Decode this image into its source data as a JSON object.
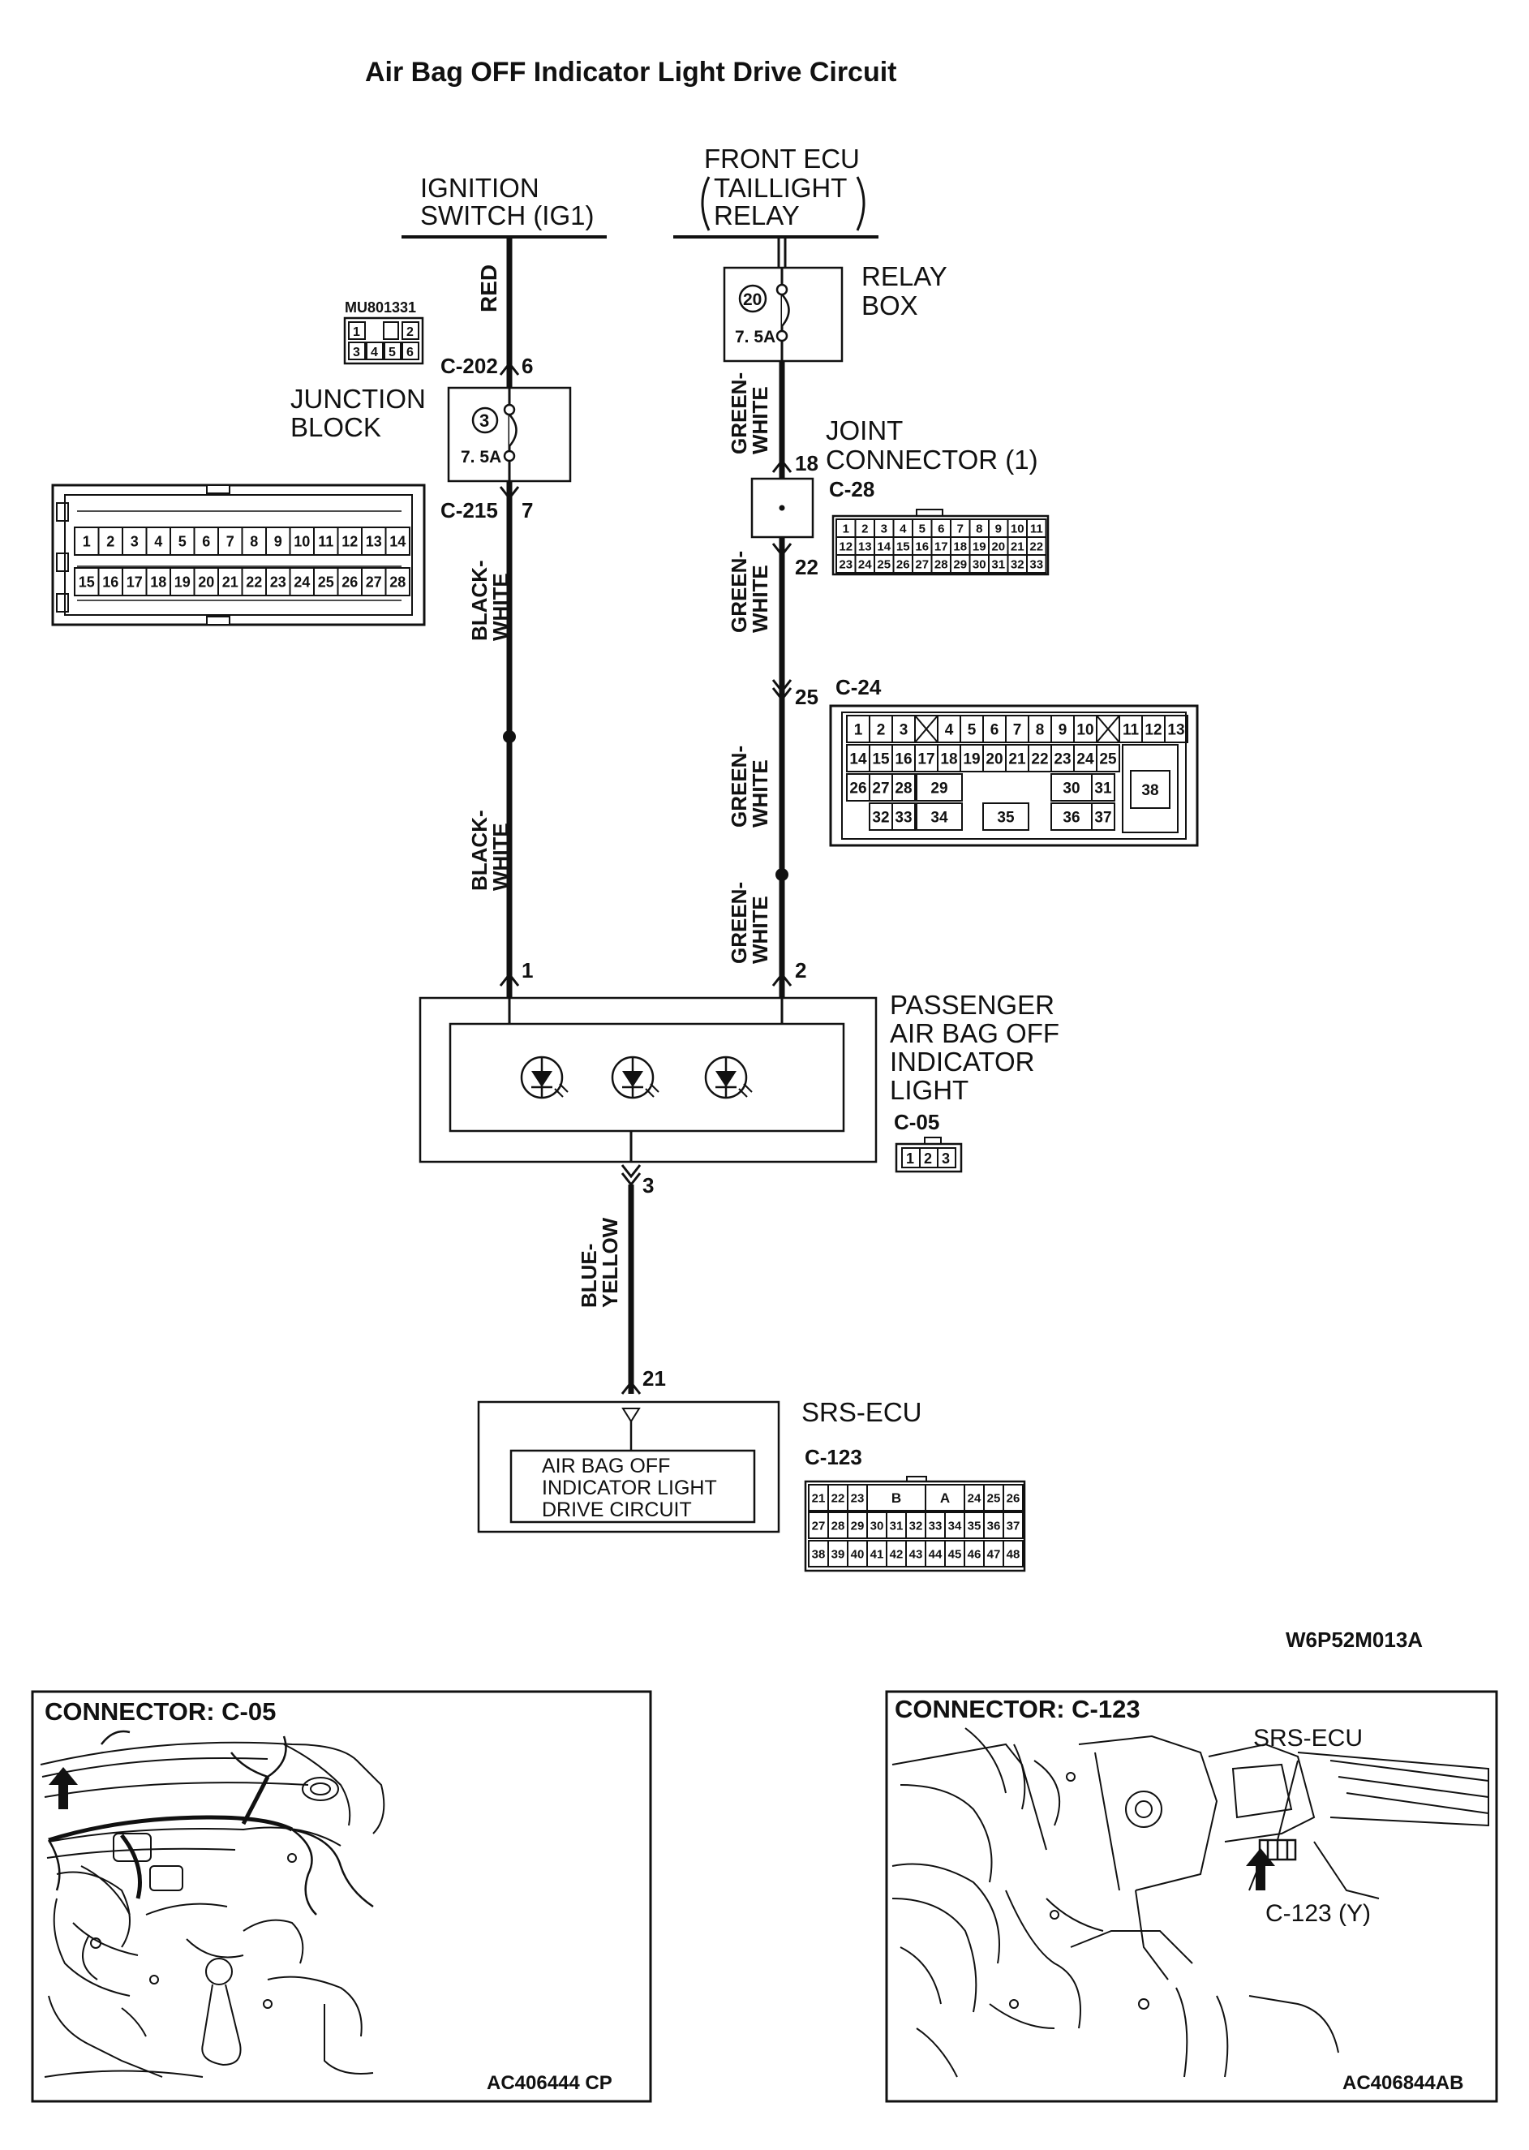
{
  "title": "Air Bag OFF Indicator Light Drive Circuit",
  "sources": {
    "ignition": [
      "IGNITION",
      "SWITCH (IG1)"
    ],
    "front_ecu": [
      "FRONT ECU",
      "TAILLIGHT",
      "RELAY"
    ]
  },
  "relay_box": {
    "label": [
      "RELAY",
      "BOX"
    ],
    "fuse_number": "20",
    "fuse_rating": "7. 5A"
  },
  "junction_block": {
    "label": [
      "JUNCTION",
      "BLOCK"
    ],
    "fuse_number": "3",
    "fuse_rating": "7. 5A",
    "part_number": "MU801331",
    "mu_pins": [
      "1",
      "",
      "2",
      "3",
      "4",
      "5",
      "6"
    ],
    "conn_in": "C-202",
    "pin_in": "6",
    "conn_out": "C-215",
    "pin_out": "7",
    "c215_pins_row1": [
      "1",
      "2",
      "3",
      "4",
      "5",
      "6",
      "7",
      "8",
      "9",
      "10",
      "11",
      "12",
      "13",
      "14"
    ],
    "c215_pins_row2": [
      "15",
      "16",
      "17",
      "18",
      "19",
      "20",
      "21",
      "22",
      "23",
      "24",
      "25",
      "26",
      "27",
      "28"
    ]
  },
  "joint_connector": {
    "label": [
      "JOINT",
      "CONNECTOR (1)"
    ],
    "connector": "C-28",
    "pin_in": "18",
    "pin_out": "22",
    "c28_rows": [
      [
        "1",
        "2",
        "3",
        "4",
        "5",
        "6",
        "7",
        "8",
        "9",
        "10",
        "11"
      ],
      [
        "12",
        "13",
        "14",
        "15",
        "16",
        "17",
        "18",
        "19",
        "20",
        "21",
        "22"
      ],
      [
        "23",
        "24",
        "25",
        "26",
        "27",
        "28",
        "29",
        "30",
        "31",
        "32",
        "33"
      ]
    ]
  },
  "c24": {
    "connector": "C-24",
    "pin": "25",
    "row1": [
      "1",
      "2",
      "3",
      "X",
      "4",
      "5",
      "6",
      "7",
      "8",
      "9",
      "10",
      "X",
      "11",
      "12",
      "13"
    ],
    "row2": [
      "14",
      "15",
      "16",
      "17",
      "18",
      "19",
      "20",
      "21",
      "22",
      "23",
      "24",
      "25"
    ],
    "row3": [
      "26",
      "27",
      "28",
      "29",
      "30",
      "31"
    ],
    "row4": [
      "32",
      "33",
      "34",
      "35",
      "36",
      "37"
    ],
    "big": "38"
  },
  "wires": {
    "red": "RED",
    "black_white": [
      "BLACK-",
      "WHITE"
    ],
    "green_white": [
      "GREEN-",
      "WHITE"
    ],
    "blue_yellow": [
      "BLUE-",
      "YELLOW"
    ]
  },
  "indicator": {
    "label": [
      "PASSENGER",
      "AIR BAG OFF",
      "INDICATOR",
      "LIGHT"
    ],
    "connector": "C-05",
    "pin1": "1",
    "pin2": "2",
    "pin3": "3",
    "c05_pins": [
      "1",
      "2",
      "3"
    ]
  },
  "srs_ecu": {
    "label": "SRS-ECU",
    "connector": "C-123",
    "pin": "21",
    "circuit": [
      "AIR BAG OFF",
      "INDICATOR LIGHT",
      "DRIVE CIRCUIT"
    ],
    "c123_row1": [
      "21",
      "22",
      "23",
      "B",
      "A",
      "24",
      "25",
      "26"
    ],
    "c123_row2": [
      "27",
      "28",
      "29",
      "30",
      "31",
      "32",
      "33",
      "34",
      "35",
      "36",
      "37"
    ],
    "c123_row3": [
      "38",
      "39",
      "40",
      "41",
      "42",
      "43",
      "44",
      "45",
      "46",
      "47",
      "48"
    ]
  },
  "diagram_code": "W6P52M013A",
  "panel_left": {
    "title": "CONNECTOR: C-05",
    "code": "AC406444 CP"
  },
  "panel_right": {
    "title": "CONNECTOR: C-123",
    "ecu_label": "SRS-ECU",
    "conn_label": "C-123 (Y)",
    "code": "AC406844AB"
  }
}
